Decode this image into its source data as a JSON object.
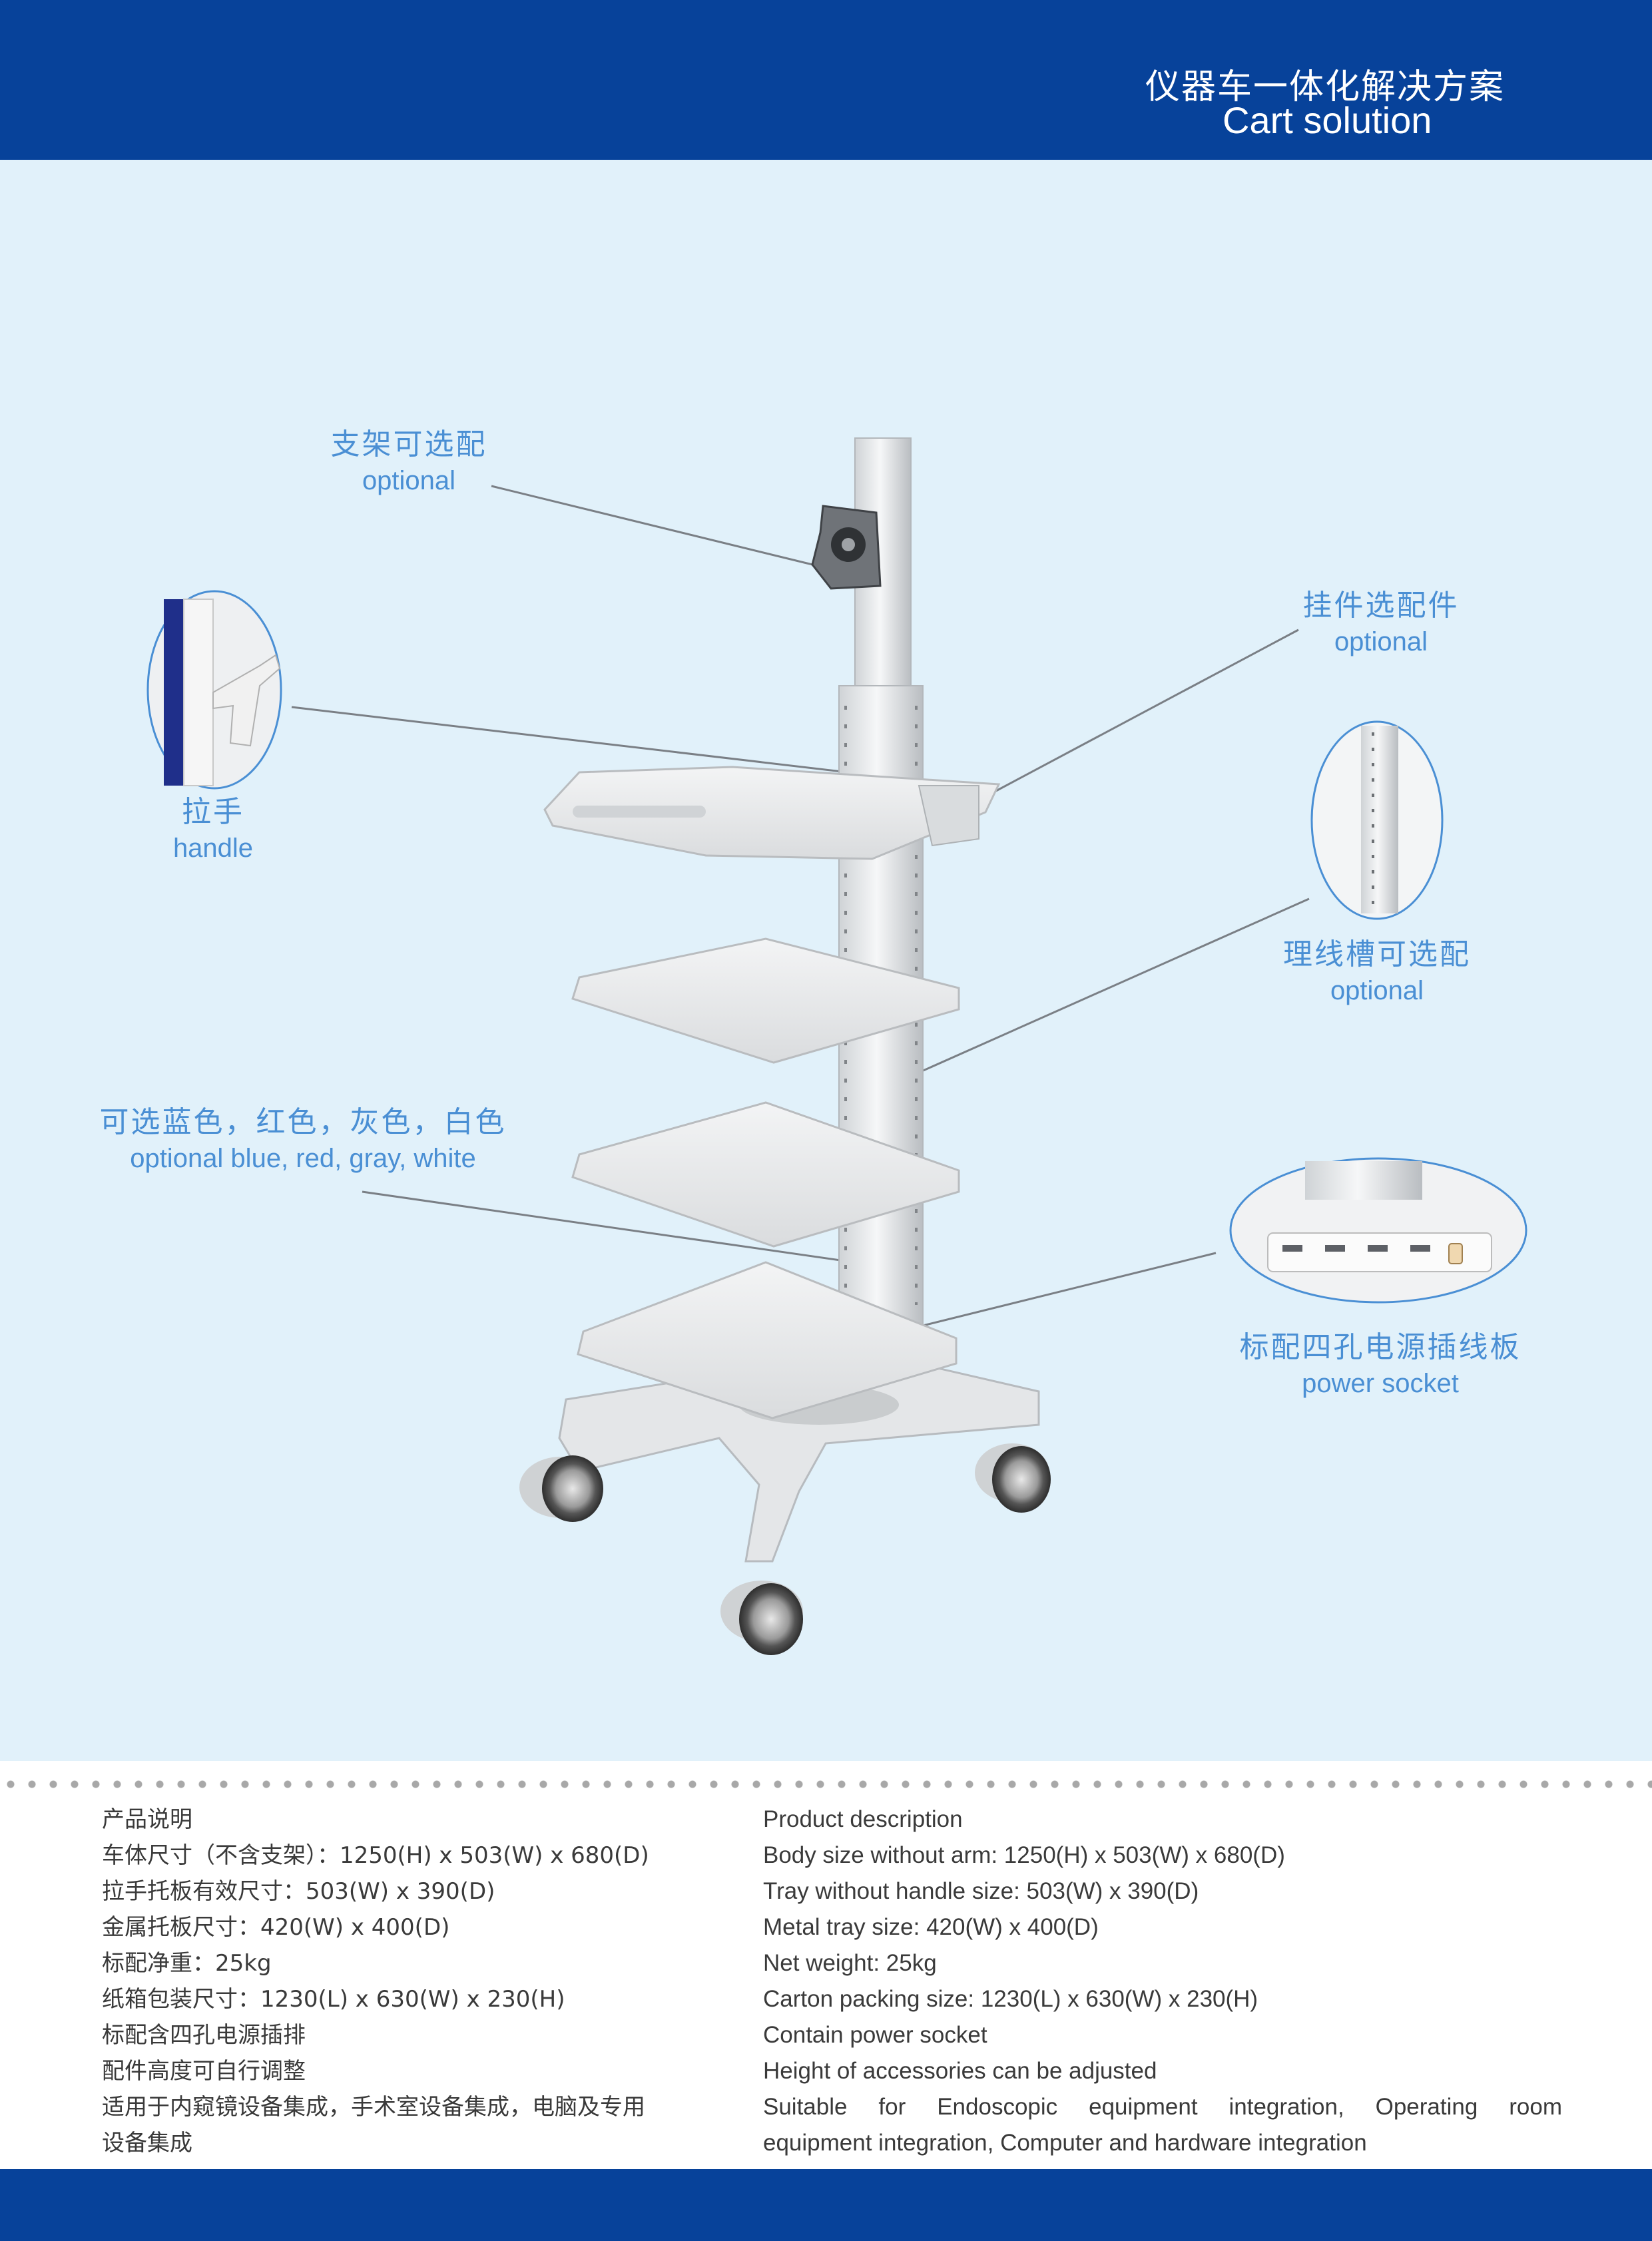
{
  "header": {
    "title_cn": "仪器车一体化解决方案",
    "title_en": "Cart solution"
  },
  "colors": {
    "brand_blue": "#07429a",
    "background": "#e1f1fa",
    "label_blue": "#4a8fd4"
  },
  "callouts": {
    "bracket": {
      "cn": "支架可选配",
      "en": "optional"
    },
    "handle": {
      "cn": "拉手",
      "en": "handle"
    },
    "hanger": {
      "cn": "挂件选配件",
      "en": "optional"
    },
    "cable_duct": {
      "cn": "理线槽可选配",
      "en": "optional"
    },
    "colors": {
      "cn": "可选蓝色，红色，灰色，白色",
      "en": "optional blue, red, gray, white"
    },
    "power_socket": {
      "cn": "标配四孔电源插线板",
      "en": "power socket"
    }
  },
  "specs_cn": [
    "产品说明",
    "车体尺寸（不含支架）：1250(H) x 503(W) x 680(D)",
    "拉手托板有效尺寸：503(W) x 390(D)",
    "金属托板尺寸：420(W) x 400(D)",
    "标配净重：25kg",
    "纸箱包装尺寸：1230(L) x 630(W) x 230(H)",
    "标配含四孔电源插排",
    "配件高度可自行调整",
    "适用于内窥镜设备集成，手术室设备集成，电脑及专用",
    "设备集成"
  ],
  "specs_en": [
    "Product description",
    "Body size without arm: 1250(H) x 503(W) x 680(D)",
    "Tray without handle size: 503(W) x 390(D)",
    "Metal tray size: 420(W) x 400(D)",
    "Net weight: 25kg",
    "Carton packing size: 1230(L) x 630(W) x 230(H)",
    "Contain power socket",
    "Height of accessories can be adjusted",
    "Suitable for Endoscopic equipment integration, Operating room",
    "equipment integration, Computer and hardware integration"
  ]
}
